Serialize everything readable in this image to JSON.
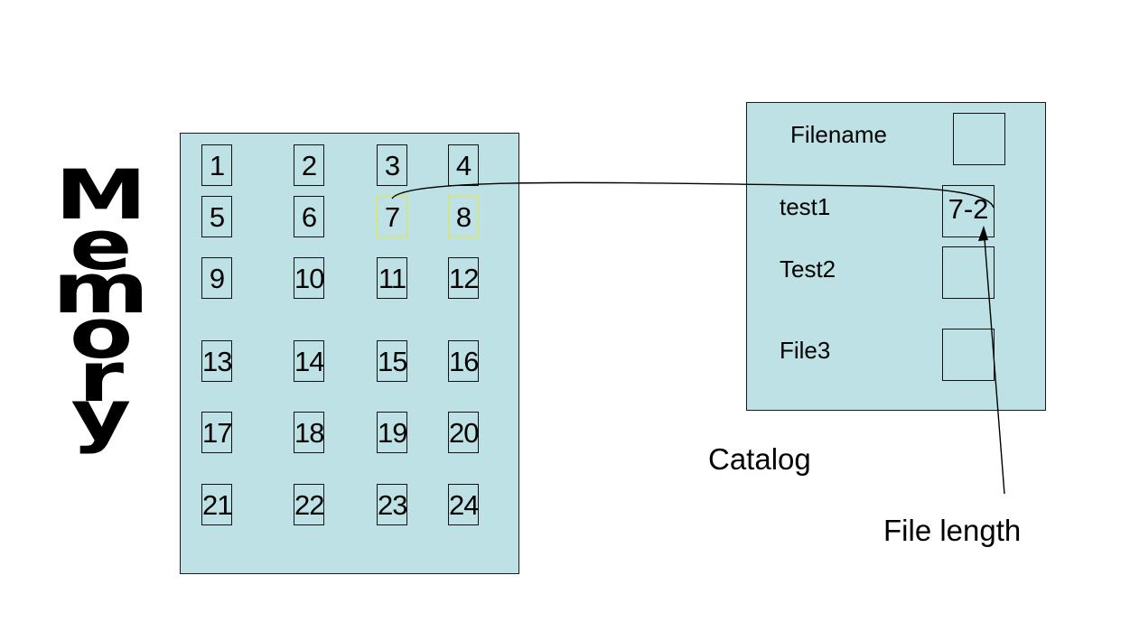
{
  "memory": {
    "title_letters": [
      "M",
      "e",
      "m",
      "o",
      "r",
      "y"
    ],
    "cells": [
      "1",
      "2",
      "3",
      "4",
      "5",
      "6",
      "7",
      "8",
      "9",
      "10",
      "11",
      "12",
      "13",
      "14",
      "15",
      "16",
      "17",
      "18",
      "19",
      "20",
      "21",
      "22",
      "23",
      "24"
    ],
    "highlighted_cells": [
      "7",
      "8"
    ]
  },
  "catalog": {
    "header": "Filename",
    "entries": [
      {
        "name": "test1",
        "value": "7-2"
      },
      {
        "name": "Test2",
        "value": ""
      },
      {
        "name": "File3",
        "value": ""
      }
    ],
    "caption": "Catalog"
  },
  "annotation": {
    "file_length": "File length"
  },
  "colors": {
    "panel_fill": "#bde1e4",
    "highlight_border": "#e8e832",
    "line": "#000000"
  }
}
